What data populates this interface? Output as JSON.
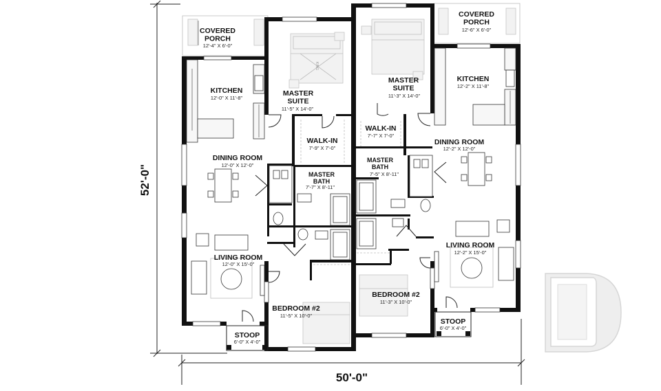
{
  "dimensions": {
    "width": "50'-0\"",
    "depth": "52'-0\""
  },
  "left_unit": {
    "covered_porch": {
      "name": "COVERED\nPORCH",
      "size": "12'-4\" X 6'-0\""
    },
    "kitchen": {
      "name": "KITCHEN",
      "size": "12'-0\" X 11'-8\""
    },
    "master_suite": {
      "name": "MASTER\nSUITE",
      "size": "11'-5\" X 14'-0\""
    },
    "walk_in": {
      "name": "WALK-IN",
      "size": "7'-9\" X 7'-0\""
    },
    "dining_room": {
      "name": "DINING ROOM",
      "size": "12'-0\" X 12'-0\""
    },
    "master_bath": {
      "name": "MASTER\nBATH",
      "size": "7'-7\" X 8'-11\""
    },
    "living_room": {
      "name": "LIVING ROOM",
      "size": "12'-0\" X 15'-0\""
    },
    "bedroom_2": {
      "name": "BEDROOM #2",
      "size": "11'-5\" X 10'-0\""
    },
    "stoop": {
      "name": "STOOP",
      "size": "6'-0\" X 4'-0\""
    },
    "bed_label": "KING"
  },
  "right_unit": {
    "covered_porch": {
      "name": "COVERED\nPORCH",
      "size": "12'-6\" X 6'-0\""
    },
    "kitchen": {
      "name": "KITCHEN",
      "size": "12'-2\" X 11'-8\""
    },
    "master_suite": {
      "name": "MASTER\nSUITE",
      "size": "11'-3\" X 14'-0\""
    },
    "walk_in": {
      "name": "WALK-IN",
      "size": "7'-7\" X 7'-0\""
    },
    "dining_room": {
      "name": "DINING ROOM",
      "size": "12'-2\" X 12'-0\""
    },
    "master_bath": {
      "name": "MASTER\nBATH",
      "size": "7'-5\" X 8'-11\""
    },
    "living_room": {
      "name": "LIVING ROOM",
      "size": "12'-2\" X 15'-0\""
    },
    "bedroom_2": {
      "name": "BEDROOM #2",
      "size": "11'-3\" X 10'-0\""
    },
    "stoop": {
      "name": "STOOP",
      "size": "6'-0\" X 4'-0\""
    }
  },
  "colors": {
    "wall": "#111111",
    "furniture": "#333333",
    "ghost": "#bdbdbd",
    "watermark": "#e4e4e4"
  },
  "icons": {
    "watermark": "drummond-d-logo"
  }
}
